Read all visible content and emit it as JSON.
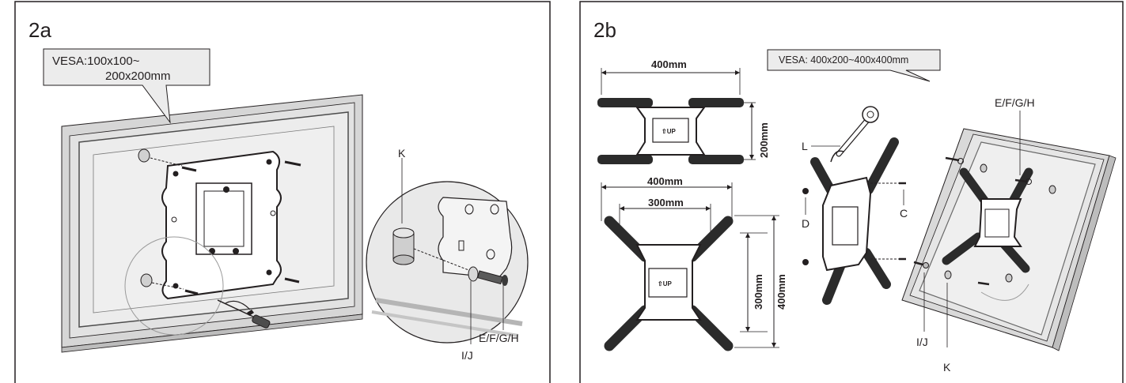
{
  "panel_a": {
    "label": "2a",
    "callout_line1": "VESA:100x100~",
    "callout_line2": "200x200mm",
    "parts": {
      "k": "K",
      "screws": "E/F/G/H",
      "washers": "I/J"
    }
  },
  "panel_b": {
    "label": "2b",
    "callout": "VESA: 400x200~400x400mm",
    "top_plate": {
      "width": "400mm",
      "height": "200mm",
      "up": "⇧UP"
    },
    "bottom_plate": {
      "width_outer": "400mm",
      "width_inner": "300mm",
      "height_inner": "300mm",
      "height_outer": "400mm",
      "up": "⇧UP"
    },
    "parts": {
      "l": "L",
      "d": "D",
      "c": "C",
      "screws": "E/F/G/H",
      "washers": "I/J",
      "k": "K"
    }
  }
}
